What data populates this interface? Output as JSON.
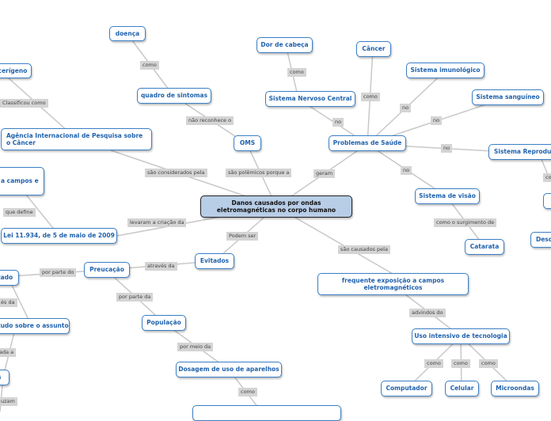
{
  "central": "Danos causados por ondas eletromagnéticas no corpo humano",
  "nodes": {
    "doenca": "doença",
    "cancerigeno": "cerígeno",
    "quadro_sintomas": "quadro de sintomas",
    "dor_cabeca": "Dor de cabeça",
    "cancer": "Câncer",
    "sistema_imunologico": "Sistema imunológico",
    "sistema_sanguineo": "Sistema sanguíneo",
    "sistema_nervoso": "Sistema Nervoso Central",
    "oms": "OMS",
    "problemas_saude": "Problemas de Saúde",
    "sistema_reprodutor": "Sistema Reproduto",
    "agencia": "Agência Internacional de Pesquisa sobre o Câncer",
    "exposta_campos": "a campos e",
    "lei": "Lei 11.934, de 5 de maio de 2009",
    "sistema_visao": "Sistema de visão",
    "catarata": "Catarata",
    "desc": "Desc",
    "evitados": "Evitados",
    "preucacao": "Preucação",
    "estado": "tado",
    "frequente_exposicao": "frequente exposição a campos eletromagnéticos",
    "estudo": "tudo sobre o assunto",
    "populacao": "População",
    "uso_tecnologia": "Uso intensivo de tecnologia",
    "s_cut": "s",
    "dosagem": "Dosagem de uso de aparelhos",
    "computador": "Computador",
    "celular": "Celular",
    "microondas": "Microondas"
  },
  "labels": {
    "como_doenca": "como",
    "classificou_como": "Classificou como",
    "nao_reconhece": "não reconhece o",
    "como_dor": "como",
    "como_cancer": "como",
    "no_imuno": "no",
    "no_sangue": "no",
    "no_nervoso": "no",
    "no_reprodutor": "no",
    "no_visao": "no",
    "considerados_pela": "são considerados pela",
    "polemicos": "são polêmicos porque a",
    "geram": "geram",
    "que_define": "que define",
    "levaram": "levaram a criação da",
    "como_surgimento": "como o surgimento de",
    "podem_ser": "Podem ser",
    "causados_pela": "são causados pela",
    "atraves_da": "através da",
    "por_parte_do": "por parte do",
    "por_parte_da": "por parte da",
    "ves_da": "és da",
    "advindos_do": "advindos do",
    "da_a": "ada a",
    "por_meio_da": "por meio da",
    "como_comp": "como",
    "como_cel": "como",
    "como_micro": "como",
    "como_dosagem": "como",
    "uzam": "uzam",
    "co_cut": "co"
  }
}
